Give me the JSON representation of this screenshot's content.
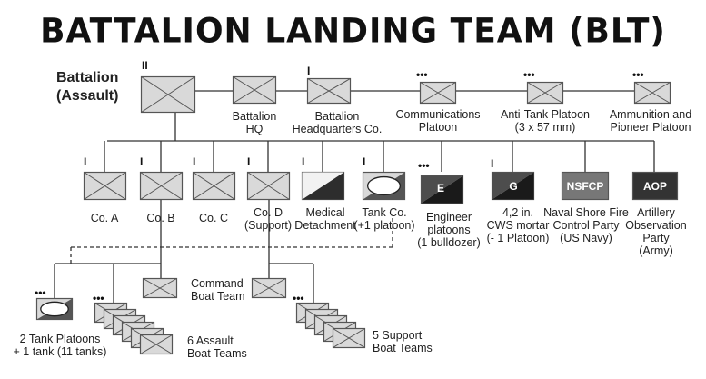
{
  "title": "BATTALION LANDING TEAM (BLT)",
  "battalion": {
    "label": "Battalion\n(Assault)",
    "echelon": "II"
  },
  "top_units": [
    {
      "label": "Battalion\nHQ",
      "echelon": ""
    },
    {
      "label": "Battalion\nHeadquarters Co.",
      "echelon": "I"
    },
    {
      "label": "Communications\nPlatoon",
      "echelon": "•••"
    },
    {
      "label": "Anti-Tank Platoon\n(3 x 57 mm)",
      "echelon": "•••"
    },
    {
      "label": "Ammunition and\nPioneer Platoon",
      "echelon": "•••"
    }
  ],
  "attached_units": [
    {
      "label": "Co. A",
      "echelon": "I"
    },
    {
      "label": "Co. B",
      "echelon": "I"
    },
    {
      "label": "Co. C",
      "echelon": "I"
    },
    {
      "label": "Co. D\n(Support)",
      "echelon": "I"
    },
    {
      "label": "Medical\nDetachment",
      "echelon": "I"
    },
    {
      "label": "Tank Co.\n(+1 platoon)",
      "echelon": "I"
    },
    {
      "label": "Engineer\nplatoons\n(1 bulldozer)",
      "echelon": "•••",
      "symbol_text": "E"
    },
    {
      "label": "4,2 in.\nCWS mortar\n(- 1 Platoon)",
      "echelon": "I",
      "symbol_text": "G"
    },
    {
      "label": "Naval Shore Fire\nControl Party\n(US Navy)",
      "echelon": "",
      "symbol_text": "NSFCP"
    },
    {
      "label": "Artillery\nObservation\nParty\n(Army)",
      "echelon": "",
      "symbol_text": "AOP"
    }
  ],
  "boat_teams": [
    {
      "label": "Command\nBoat Team"
    },
    {
      "label": "2 Tank Platoons\n+ 1 tank (11 tanks)",
      "echelon": "•••"
    },
    {
      "label": "6 Assault\nBoat Teams",
      "echelon": "•••"
    },
    {
      "label": "5 Support\nBoat Teams",
      "echelon": "•••"
    }
  ],
  "colors": {
    "line": "#333333",
    "box_fill": "#d9d9d9",
    "box_stroke": "#555555",
    "dark_fill": "#333333",
    "mid_fill": "#777777"
  }
}
